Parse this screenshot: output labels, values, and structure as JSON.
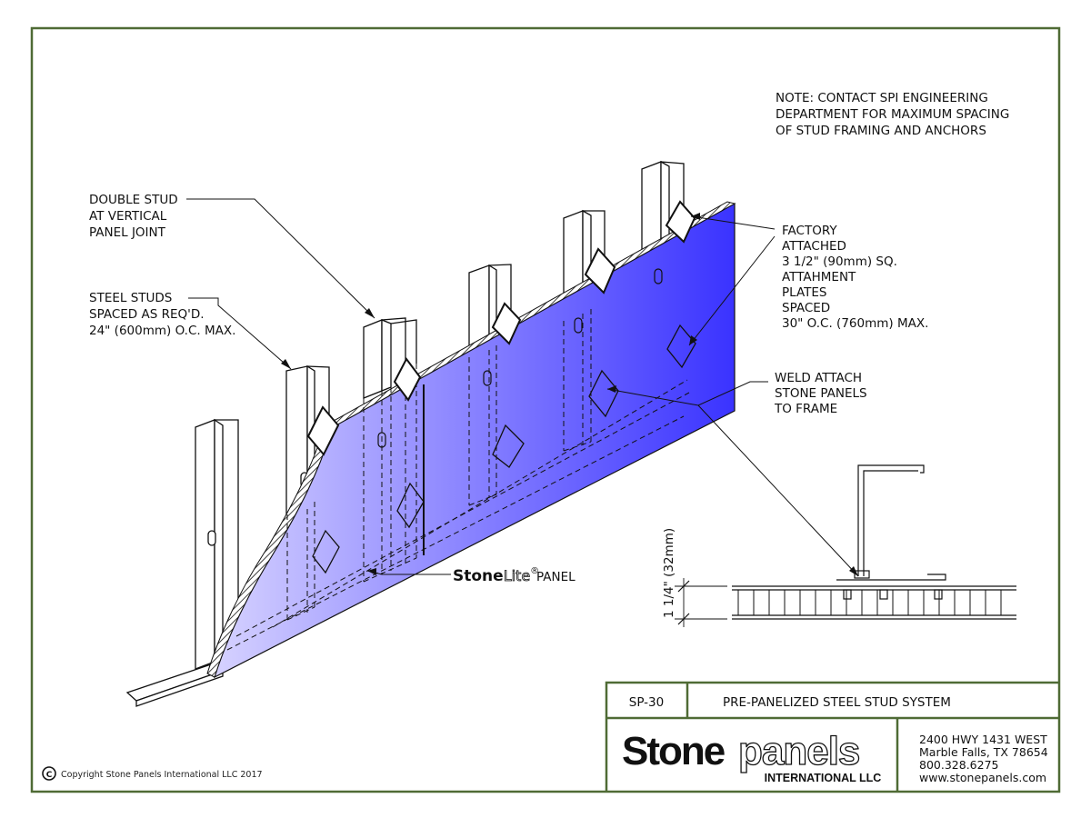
{
  "notes": {
    "general_note": [
      "NOTE:  CONTACT SPI ENGINEERING",
      "DEPARTMENT FOR MAXIMUM SPACING",
      "OF STUD FRAMING AND ANCHORS"
    ],
    "double_stud": [
      "DOUBLE STUD",
      "AT VERTICAL",
      "PANEL JOINT"
    ],
    "steel_studs": [
      "STEEL STUDS",
      "SPACED AS REQ'D.",
      "24\" (600mm) O.C. MAX."
    ],
    "factory_attached": [
      "FACTORY",
      "ATTACHED",
      "3 1/2\" (90mm) SQ.",
      "ATTAHMENT",
      "PLATES",
      "SPACED",
      "30\" O.C. (760mm) MAX."
    ],
    "weld_attach": [
      "WELD ATTACH",
      "STONE PANELS",
      "TO FRAME"
    ],
    "panel_brand_bold": "Stone",
    "panel_brand_light": "Lite",
    "panel_brand_mark": "®",
    "panel_word": "PANEL",
    "dimension": "1 1/4\" (32mm)"
  },
  "title_block": {
    "sheet_number": "SP-30",
    "sheet_title": "PRE-PANELIZED STEEL STUD SYSTEM",
    "logo_bold": "Stone",
    "logo_outline": "panels",
    "logo_sub": "INTERNATIONAL LLC",
    "address": [
      "2400 HWY 1431 WEST",
      "Marble Falls, TX  78654",
      "800.328.6275",
      "www.stonepanels.com"
    ]
  },
  "copyright": {
    "symbol": "C",
    "text": "Copyright Stone Panels International LLC 2017"
  },
  "colors": {
    "frame": "#4f6b35",
    "panel_light": "#c9c4ff",
    "panel_dark": "#3a33ff",
    "line": "#111111"
  }
}
